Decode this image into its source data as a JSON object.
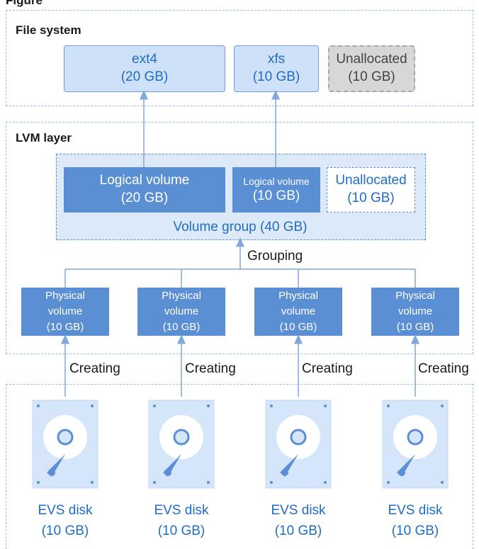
{
  "figure_label": "Figure",
  "file_system": {
    "title": "File system",
    "boxes": [
      {
        "name": "ext4",
        "size": "(20 GB)"
      },
      {
        "name": "xfs",
        "size": "(10 GB)"
      },
      {
        "name": "Unallocated",
        "size": "(10 GB)"
      }
    ]
  },
  "lvm": {
    "title": "LVM layer",
    "logical_volumes": [
      {
        "name": "Logical volume",
        "size": "(20 GB)"
      },
      {
        "name": "Logical volume",
        "size": "(10 GB)"
      },
      {
        "name": "Unallocated",
        "size": "(10 GB)"
      }
    ],
    "volume_group": "Volume group (40 GB)",
    "grouping_label": "Grouping",
    "physical_volumes": [
      {
        "line1": "Physical",
        "line2": "volume",
        "size": "(10 GB)"
      },
      {
        "line1": "Physical",
        "line2": "volume",
        "size": "(10 GB)"
      },
      {
        "line1": "Physical",
        "line2": "volume",
        "size": "(10 GB)"
      },
      {
        "line1": "Physical",
        "line2": "volume",
        "size": "(10 GB)"
      }
    ]
  },
  "creating_label": "Creating",
  "disks": [
    {
      "name": "EVS disk",
      "size": "(10 GB)"
    },
    {
      "name": "EVS disk",
      "size": "(10 GB)"
    },
    {
      "name": "EVS disk",
      "size": "(10 GB)"
    },
    {
      "name": "EVS disk",
      "size": "(10 GB)"
    }
  ],
  "colors": {
    "accent": "#1f6dc5",
    "box_fill": "#cfe1f8",
    "lv_fill": "#5b8fd3",
    "vg_fill": "#dce9f8",
    "dash_border": "#9dbde8",
    "unallocated_fill": "#d7d7d7"
  }
}
